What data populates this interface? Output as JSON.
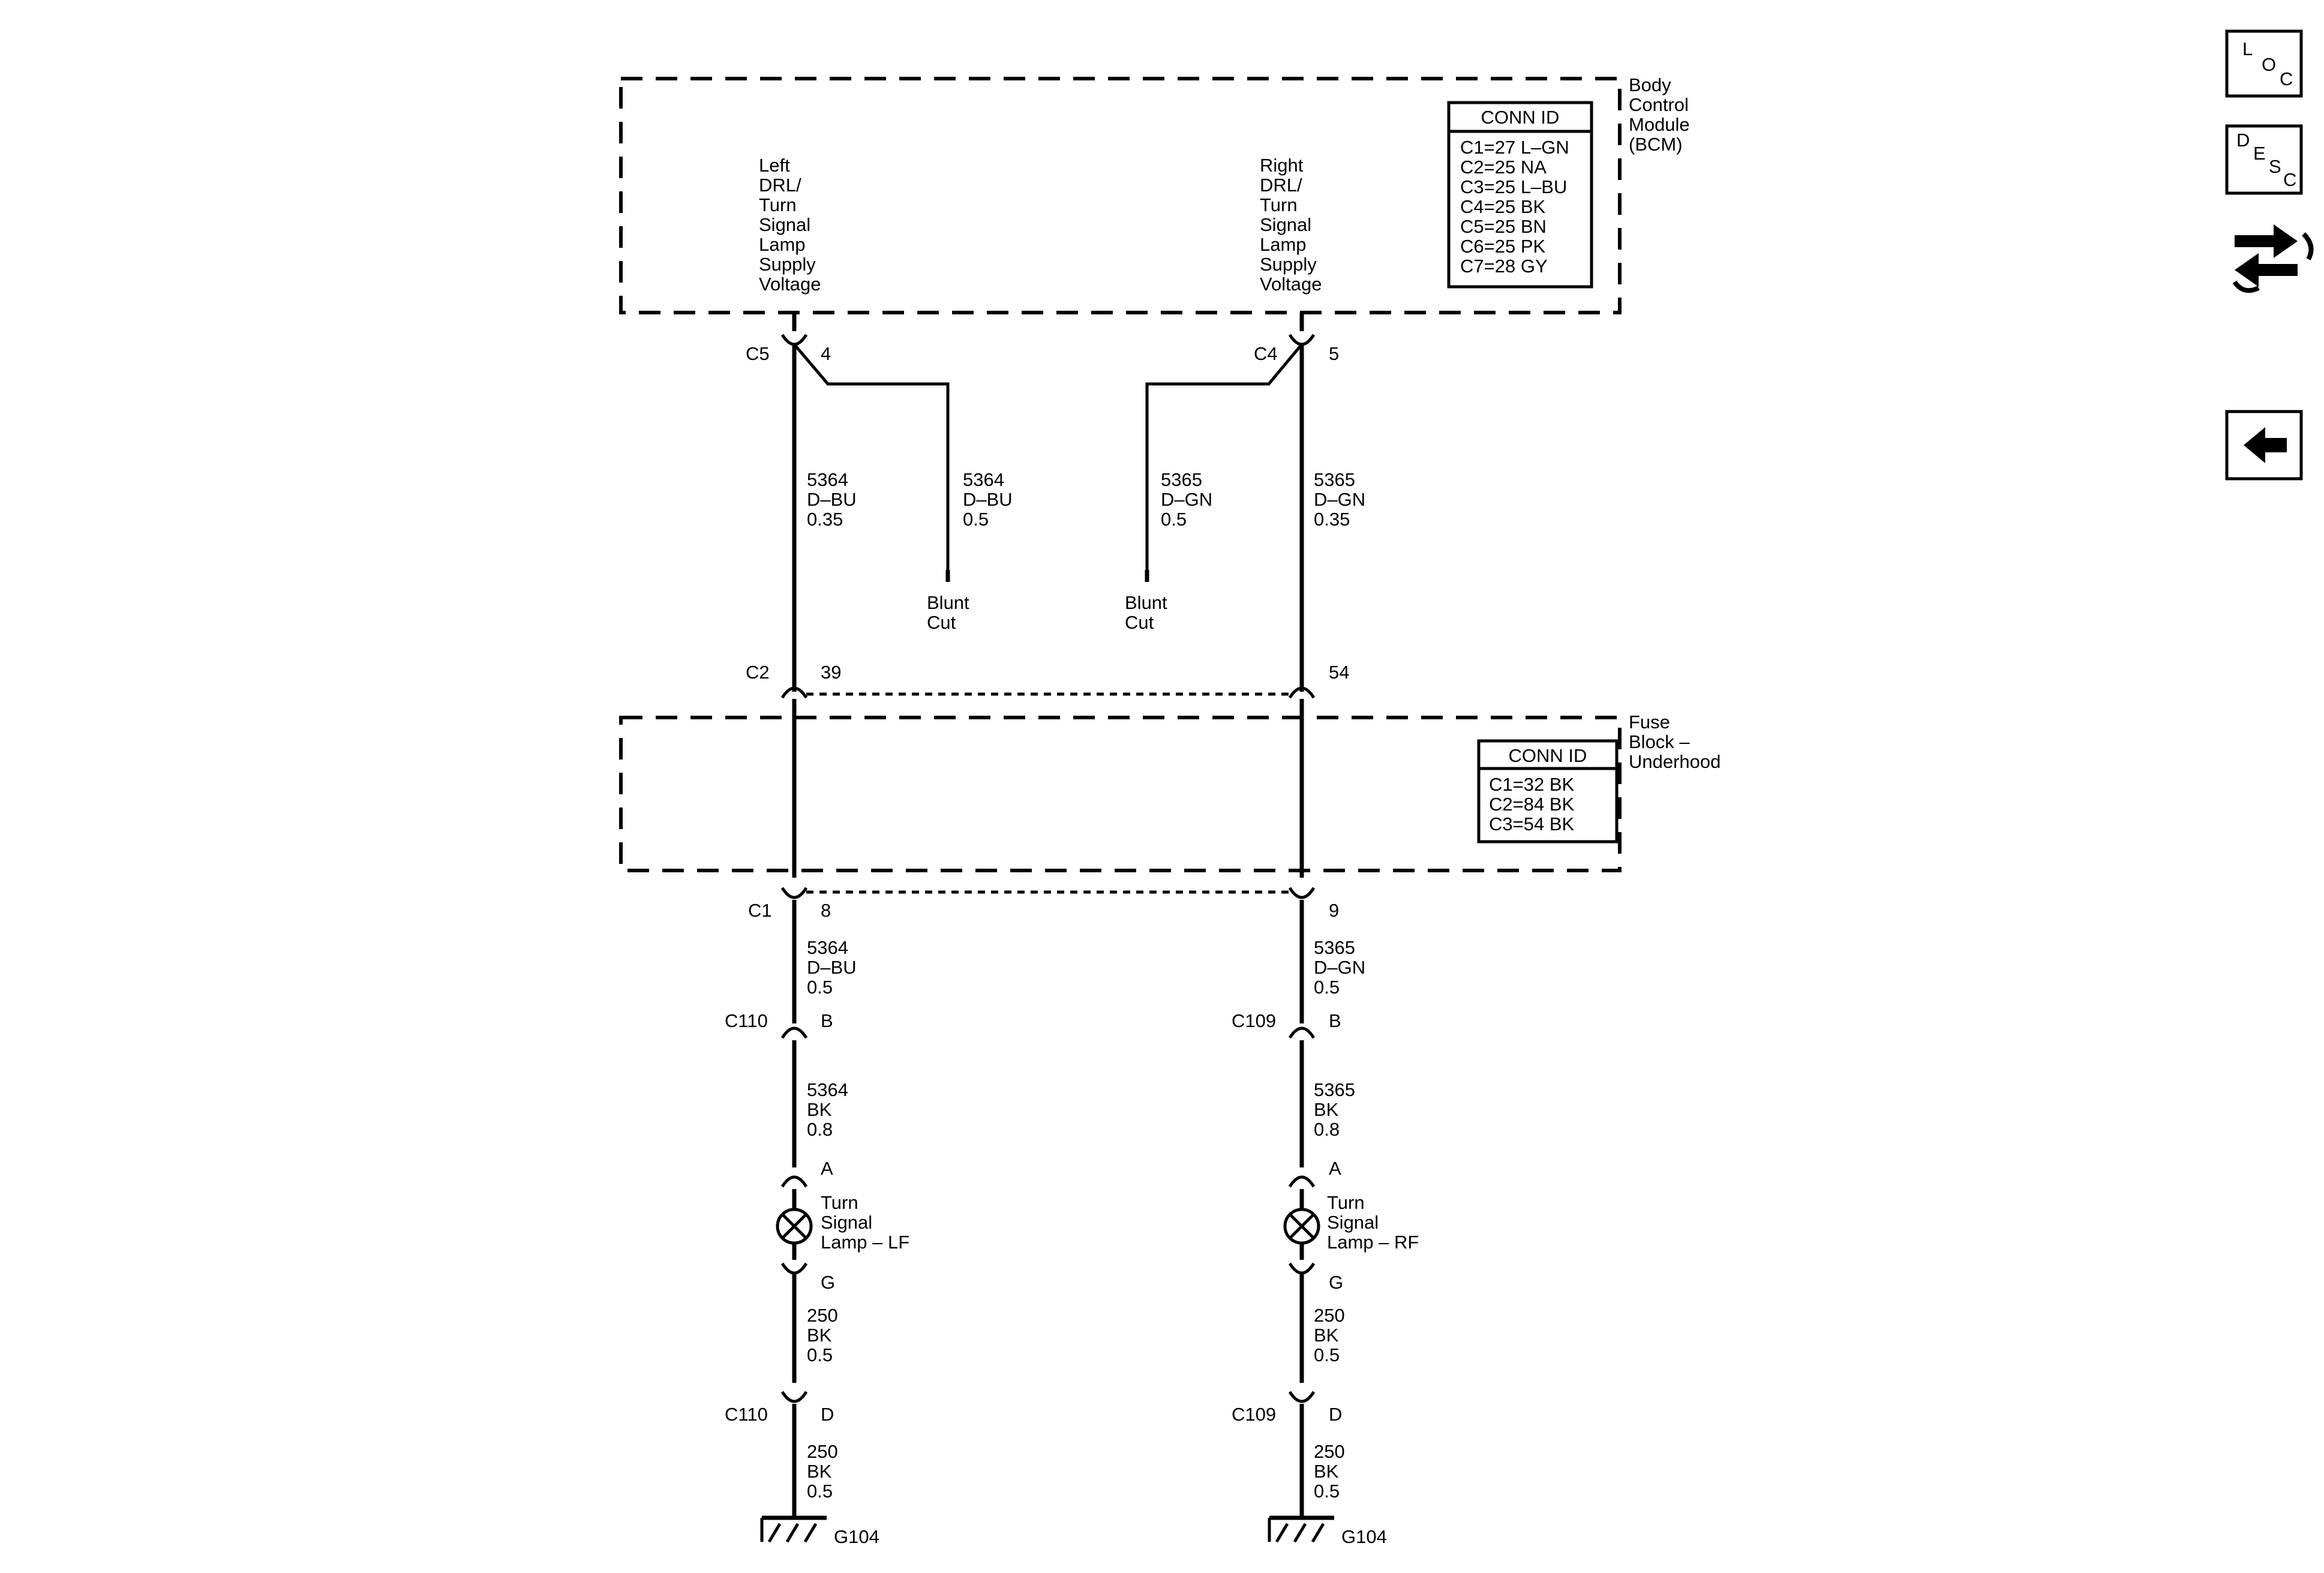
{
  "modules": {
    "bcm": {
      "lines": [
        "Body",
        "Control",
        "Module",
        "(BCM)"
      ]
    },
    "fuse_block": {
      "lines": [
        "Fuse",
        "Block –",
        "Underhood"
      ]
    }
  },
  "bcm_conn_id": {
    "title": "CONN ID",
    "rows": [
      "C1=27 L–GN",
      "C2=25 NA",
      "C3=25 L–BU",
      "C4=25 BK",
      "C5=25 BN",
      "C6=25 PK",
      "C7=28 GY"
    ]
  },
  "fuse_conn_id": {
    "title": "CONN ID",
    "rows": [
      "C1=32 BK",
      "C2=84 BK",
      "C3=54 BK"
    ]
  },
  "left": {
    "bcm_label": [
      "Left",
      "DRL/",
      "Turn",
      "Signal",
      "Lamp",
      "Supply",
      "Voltage"
    ],
    "bcm_conn": "C5",
    "bcm_pin": "4",
    "main_wire": [
      "5364",
      "D–BU",
      "0.35"
    ],
    "branch_wire": [
      "5364",
      "D–BU",
      "0.5"
    ],
    "blunt": [
      "Blunt",
      "Cut"
    ],
    "fb_in_conn": "C2",
    "fb_in_pin": "39",
    "fb_out_conn": "C1",
    "fb_out_pin": "8",
    "wire_3": [
      "5364",
      "D–BU",
      "0.5"
    ],
    "c_inline_conn": "C110",
    "c_inline_pin": "B",
    "wire_4": [
      "5364",
      "BK",
      "0.8"
    ],
    "lamp_pin_a": "A",
    "lamp_label": [
      "Turn",
      "Signal",
      "Lamp – LF"
    ],
    "lamp_pin_g": "G",
    "wire_5": [
      "250",
      "BK",
      "0.5"
    ],
    "ground_conn": "C110",
    "ground_pin": "D",
    "wire_6": [
      "250",
      "BK",
      "0.5"
    ],
    "ground": "G104"
  },
  "right": {
    "bcm_label": [
      "Right",
      "DRL/",
      "Turn",
      "Signal",
      "Lamp",
      "Supply",
      "Voltage"
    ],
    "bcm_conn": "C4",
    "bcm_pin": "5",
    "main_wire": [
      "5365",
      "D–GN",
      "0.35"
    ],
    "branch_wire": [
      "5365",
      "D–GN",
      "0.5"
    ],
    "blunt": [
      "Blunt",
      "Cut"
    ],
    "fb_in_pin": "54",
    "fb_out_pin": "9",
    "wire_3": [
      "5365",
      "D–GN",
      "0.5"
    ],
    "c_inline_conn": "C109",
    "c_inline_pin": "B",
    "wire_4": [
      "5365",
      "BK",
      "0.8"
    ],
    "lamp_pin_a": "A",
    "lamp_label": [
      "Turn",
      "Signal",
      "Lamp – RF"
    ],
    "lamp_pin_g": "G",
    "wire_5": [
      "250",
      "BK",
      "0.5"
    ],
    "ground_conn": "C109",
    "ground_pin": "D",
    "wire_6": [
      "250",
      "BK",
      "0.5"
    ],
    "ground": "G104"
  },
  "nav": {
    "loc": {
      "letters": [
        "L",
        "O",
        "C"
      ],
      "icon": "loc-icon"
    },
    "desc": {
      "letters": [
        "D",
        "E",
        "S",
        "C"
      ],
      "icon": "desc-icon"
    },
    "connector_icon": "connector-end-view-icon",
    "back_icon": "back-arrow-icon"
  }
}
